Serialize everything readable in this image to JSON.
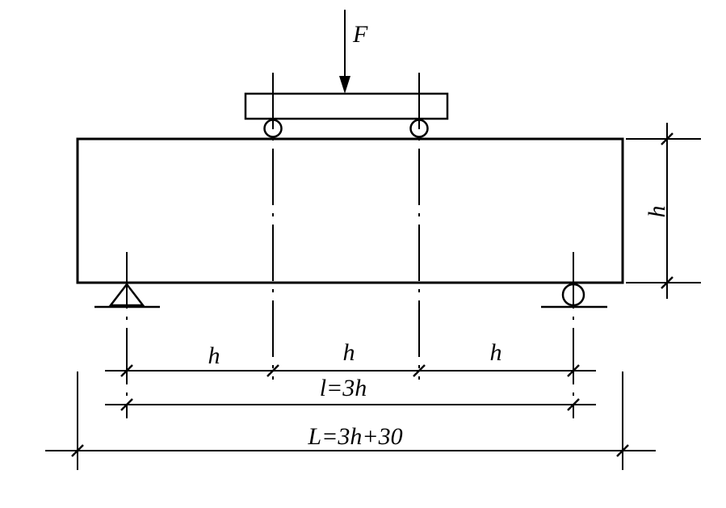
{
  "diagram": {
    "colors": {
      "ink": "#000000",
      "background": "#ffffff"
    },
    "labels": {
      "force": "F",
      "height": "h",
      "span_left": "h",
      "span_middle": "h",
      "span_right": "h",
      "support_span": "l=3h",
      "total_length": "L=3h+30"
    }
  }
}
